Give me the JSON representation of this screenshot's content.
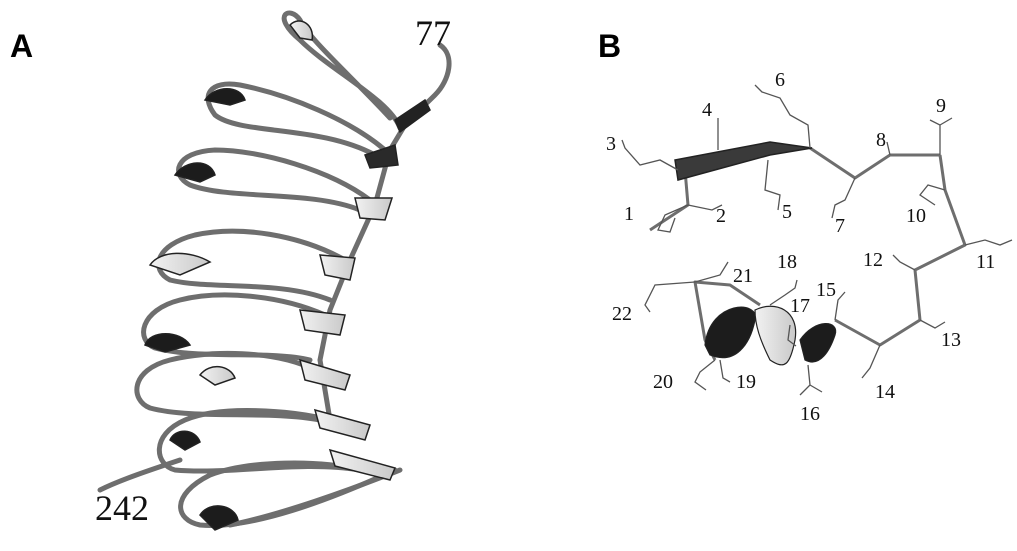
{
  "panels": {
    "a": {
      "letter": "A",
      "start_residue": "77",
      "end_residue": "242"
    },
    "b": {
      "letter": "B",
      "residue_labels": [
        "1",
        "2",
        "3",
        "4",
        "5",
        "6",
        "7",
        "8",
        "9",
        "10",
        "11",
        "12",
        "13",
        "14",
        "15",
        "16",
        "17",
        "18",
        "19",
        "20",
        "21",
        "22"
      ]
    }
  },
  "colors": {
    "backbone": "#6e6e6e",
    "strand_dark": "#2a2a2a",
    "helix_light": "#e6e6e6",
    "stick": "#555555"
  }
}
